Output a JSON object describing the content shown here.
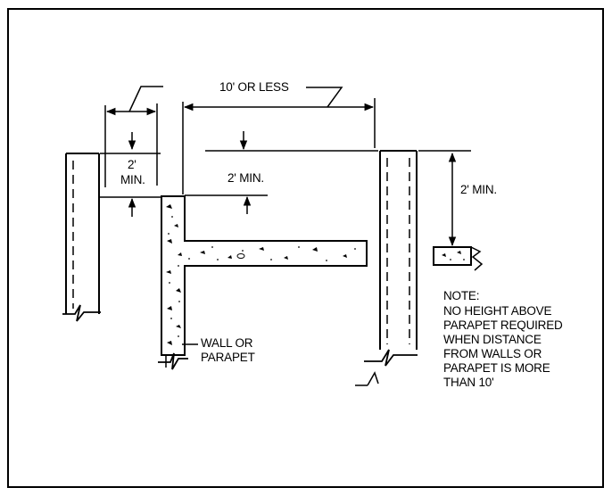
{
  "labels": {
    "ten_or_less": "10' OR LESS",
    "two_min_left_line1": "2'",
    "two_min_left_line2": "MIN.",
    "two_min_center": "2' MIN.",
    "two_min_right": "2' MIN.",
    "wall_or_parapet_line1": "WALL OR",
    "wall_or_parapet_line2": "PARAPET",
    "note_title": "NOTE:",
    "note_body": "NO HEIGHT ABOVE\nPARAPET REQUIRED\nWHEN DISTANCE\nFROM WALLS OR\nPARAPET IS MORE\nTHAN 10'"
  },
  "colors": {
    "line": "#000000",
    "background": "#ffffff"
  }
}
